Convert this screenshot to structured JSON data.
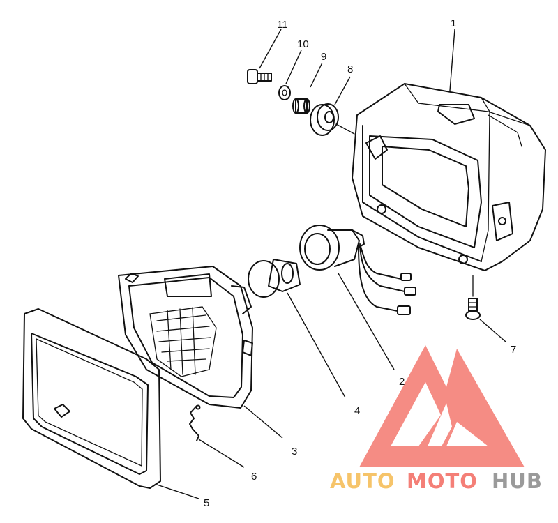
{
  "diagram": {
    "parts": [
      {
        "number": "1",
        "part": "headlight-housing"
      },
      {
        "number": "2",
        "part": "bulb-socket"
      },
      {
        "number": "3",
        "part": "headlight-unit"
      },
      {
        "number": "4",
        "part": "bulb"
      },
      {
        "number": "5",
        "part": "headlight-rim"
      },
      {
        "number": "6",
        "part": "adjusting-spring"
      },
      {
        "number": "7",
        "part": "screw"
      },
      {
        "number": "8",
        "part": "grommet"
      },
      {
        "number": "9",
        "part": "collar"
      },
      {
        "number": "10",
        "part": "washer"
      },
      {
        "number": "11",
        "part": "bolt"
      }
    ]
  },
  "watermark": {
    "part1": "AUTO",
    "part2": "MOTO",
    "part3": "HUB",
    "colors": {
      "logo": "#f47f77",
      "auto": "#f6c46a",
      "moto": "#f47f77",
      "hub": "#9a9a9a"
    }
  }
}
